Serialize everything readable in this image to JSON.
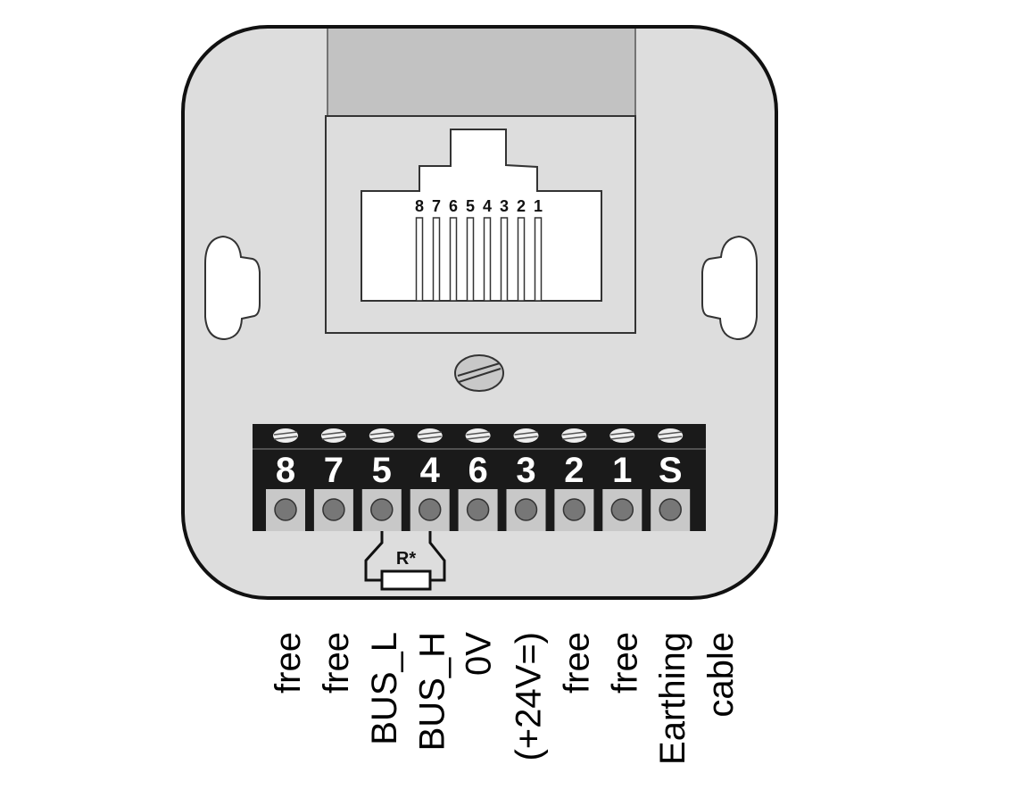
{
  "rj45": {
    "pin_labels": [
      "8",
      "7",
      "6",
      "5",
      "4",
      "3",
      "2",
      "1"
    ]
  },
  "terminals": [
    {
      "id": "8",
      "labels": [
        "free"
      ]
    },
    {
      "id": "7",
      "labels": [
        "free"
      ]
    },
    {
      "id": "5",
      "labels": [
        "BUS_L"
      ]
    },
    {
      "id": "4",
      "labels": [
        "BUS_H"
      ]
    },
    {
      "id": "6",
      "labels": [
        "0V"
      ]
    },
    {
      "id": "3",
      "labels": [
        "(+24V=)"
      ]
    },
    {
      "id": "2",
      "labels": [
        "free"
      ]
    },
    {
      "id": "1",
      "labels": [
        "free"
      ]
    },
    {
      "id": "S",
      "labels": [
        "Earthing",
        "cable"
      ]
    }
  ],
  "resistor": {
    "label": "R*"
  },
  "colors": {
    "body": "#dddddd",
    "top_band": "#c2c2c2",
    "terminal_block": "#1a1a1a",
    "terminal_slot": "#c8c8c8"
  }
}
